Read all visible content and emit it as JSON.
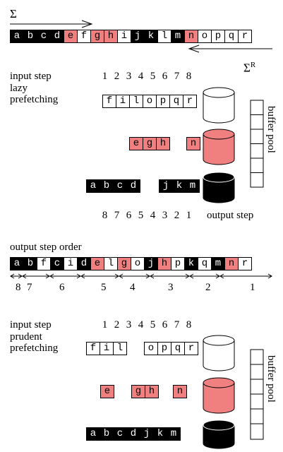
{
  "top": {
    "sigma": "Σ",
    "sigma_r": "Σ",
    "sigma_r_sup": "R",
    "sequence": [
      {
        "ch": "a",
        "c": "b"
      },
      {
        "ch": "b",
        "c": "b"
      },
      {
        "ch": "c",
        "c": "b"
      },
      {
        "ch": "d",
        "c": "b"
      },
      {
        "ch": "e",
        "c": "r"
      },
      {
        "ch": "f",
        "c": "w"
      },
      {
        "ch": "g",
        "c": "r"
      },
      {
        "ch": "h",
        "c": "r"
      },
      {
        "ch": "i",
        "c": "w"
      },
      {
        "ch": "j",
        "c": "b"
      },
      {
        "ch": "k",
        "c": "b"
      },
      {
        "ch": "l",
        "c": "w"
      },
      {
        "ch": "m",
        "c": "b"
      },
      {
        "ch": "n",
        "c": "r"
      },
      {
        "ch": "o",
        "c": "w"
      },
      {
        "ch": "p",
        "c": "w"
      },
      {
        "ch": "q",
        "c": "w"
      },
      {
        "ch": "r",
        "c": "w"
      }
    ]
  },
  "lazy": {
    "input_step_label": "input step",
    "mode_line1": "lazy",
    "mode_line2": "prefetching",
    "input_numbers": [
      "1",
      "2",
      "3",
      "4",
      "5",
      "6",
      "7",
      "8"
    ],
    "white_group": [
      "f",
      "i",
      "l",
      "o",
      "p",
      "q",
      "r"
    ],
    "red_group1": [
      "e",
      "g",
      "h"
    ],
    "red_group2": [
      "n"
    ],
    "black_group1": [
      "a",
      "b",
      "c",
      "d"
    ],
    "black_group2": [
      "j",
      "k",
      "m"
    ],
    "output_numbers": [
      "8",
      "7",
      "6",
      "5",
      "4",
      "3",
      "2",
      "1"
    ],
    "output_step_label": "output step",
    "buffer_pool_label": "buffer pool"
  },
  "order": {
    "label": "output step order",
    "sequence": [
      {
        "ch": "a",
        "c": "b"
      },
      {
        "ch": "b",
        "c": "b"
      },
      {
        "ch": "f",
        "c": "w"
      },
      {
        "ch": "c",
        "c": "b"
      },
      {
        "ch": "i",
        "c": "w"
      },
      {
        "ch": "d",
        "c": "b"
      },
      {
        "ch": "e",
        "c": "r"
      },
      {
        "ch": "l",
        "c": "w"
      },
      {
        "ch": "g",
        "c": "r"
      },
      {
        "ch": "o",
        "c": "w"
      },
      {
        "ch": "j",
        "c": "b"
      },
      {
        "ch": "h",
        "c": "r"
      },
      {
        "ch": "p",
        "c": "w"
      },
      {
        "ch": "k",
        "c": "b"
      },
      {
        "ch": "q",
        "c": "w"
      },
      {
        "ch": "m",
        "c": "b"
      },
      {
        "ch": "n",
        "c": "r"
      },
      {
        "ch": "r",
        "c": "w"
      }
    ],
    "step_labels": [
      "8",
      "7",
      "6",
      "5",
      "4",
      "3",
      "2",
      "1"
    ]
  },
  "prudent": {
    "input_step_label": "input step",
    "mode_line1": "prudent",
    "mode_line2": "prefetching",
    "input_numbers": [
      "1",
      "2",
      "3",
      "4",
      "5",
      "6",
      "7",
      "8"
    ],
    "white_group1": [
      "f",
      "i",
      "l"
    ],
    "white_group2": [
      "o",
      "p",
      "q",
      "r"
    ],
    "red_group1": [
      "e"
    ],
    "red_group2": [
      "g",
      "h"
    ],
    "red_group3": [
      "n"
    ],
    "black_group": [
      "a",
      "b",
      "c",
      "d",
      "j",
      "k",
      "m"
    ],
    "buffer_pool_label": "buffer pool"
  },
  "colors": {
    "red": "#f08080",
    "black": "#000000",
    "white": "#ffffff"
  }
}
